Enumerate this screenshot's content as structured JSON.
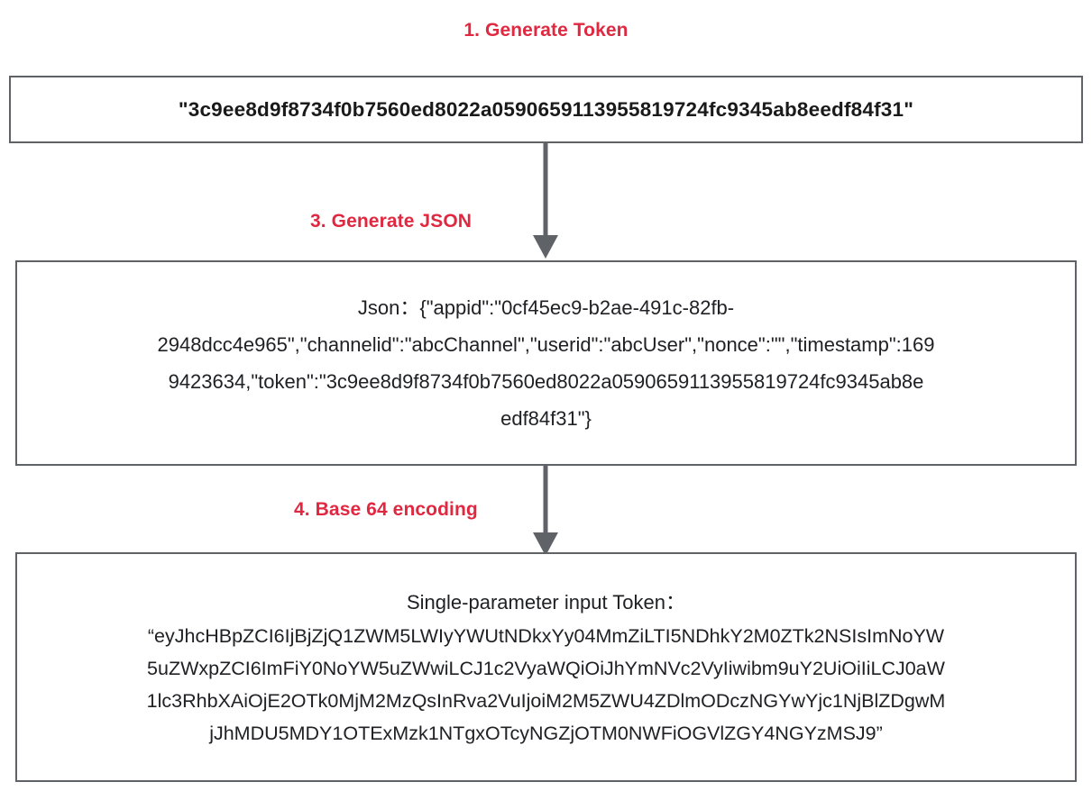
{
  "diagram": {
    "type": "flowchart",
    "title_color": "#E02841",
    "box_border_color": "#5f6368",
    "arrow_color": "#5f6368"
  },
  "steps": {
    "step1_label": "1. Generate Token",
    "step3_label": "3. Generate JSON",
    "step4_label": "4. Base 64 encoding"
  },
  "token_box": {
    "value": "\"3c9ee8d9f8734f0b7560ed8022a0590659113955819724fc9345ab8eedf84f31\""
  },
  "json_box": {
    "lines": [
      "Json：{\"appid\":\"0cf45ec9-b2ae-491c-82fb-",
      "2948dcc4e965\",\"channelid\":\"abcChannel\",\"userid\":\"abcUser\",\"nonce\":\"\",\"timestamp\":169",
      "9423634,\"token\":\"3c9ee8d9f8734f0b7560ed8022a0590659113955819724fc9345ab8e",
      "edf84f31\"}"
    ]
  },
  "base64_box": {
    "heading": "Single-parameter input Token：",
    "lines": [
      "“eyJhcHBpZCI6IjBjZjQ1ZWM5LWIyYWUtNDkxYy04MmZiLTI5NDhkY2M0ZTk2NSIsImNoYW",
      "5uZWxpZCI6ImFiY0NoYW5uZWwiLCJ1c2VyaWQiOiJhYmNVc2VyIiwibm9uY2UiOiIiLCJ0aW",
      "1lc3RhbXAiOjE2OTk0MjM2MzQsInRva2VuIjoiM2M5ZWU4ZDlmODczNGYwYjc1NjBlZDgwM",
      "jJhMDU5MDY1OTExMzk1NTgxOTcyNGZjOTM0NWFiOGVlZGY4NGYzMSJ9”"
    ]
  },
  "arrows": {
    "arrow1_name": "arrow-token-to-json",
    "arrow2_name": "arrow-json-to-base64"
  }
}
